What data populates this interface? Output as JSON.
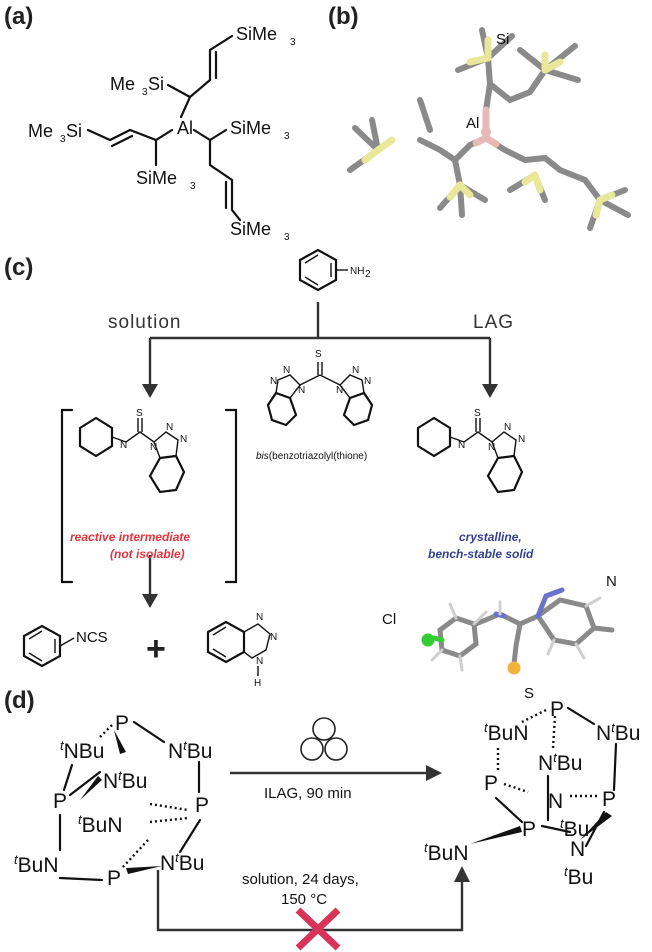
{
  "panels": {
    "a": "(a)",
    "b": "(b)",
    "c": "(c)",
    "d": "(d)"
  },
  "panel_a": {
    "si_top": "SiMe",
    "si_left": "Me",
    "si_left2": "Si",
    "si_far_left": "Me",
    "si_far_left2": "Si",
    "al": "Al",
    "si_right": "SiMe",
    "si_mid": "SiMe",
    "si_bottom": "SiMe",
    "sub3": "3"
  },
  "panel_b": {
    "si_label": "Si",
    "al_label": "Al",
    "colors": {
      "si": "#e9e79a",
      "al": "#e6b8b8",
      "c": "#8a8a8a"
    }
  },
  "panel_c": {
    "solution": "solution",
    "lag": "LAG",
    "nh2": "NH",
    "nh2_sub": "2",
    "s": "S",
    "n": "N",
    "bis_italic": "bis",
    "bis_rest": "(benzotriazolyl(thione)",
    "reactive_1": "reactive intermediate",
    "reactive_2": "(not isolable)",
    "crystal_1": "crystalline,",
    "crystal_2": "bench-stable solid",
    "ncs": "NCS",
    "plus": "+",
    "h": "H",
    "cl": "Cl",
    "n_label": "N",
    "s_label": "S",
    "colors": {
      "red": "#e8323c",
      "blue": "#33408f",
      "cl": "#33cc33",
      "s": "#f2b33a",
      "n": "#6a72cc"
    }
  },
  "panel_d": {
    "p": "P",
    "tbu": "Bu",
    "t": "t",
    "n": "N",
    "ilag": "ILAG, 90 min",
    "solution_1": "solution, 24 days,",
    "solution_2": "150 °C",
    "colors": {
      "cross": "#d8345a"
    }
  }
}
